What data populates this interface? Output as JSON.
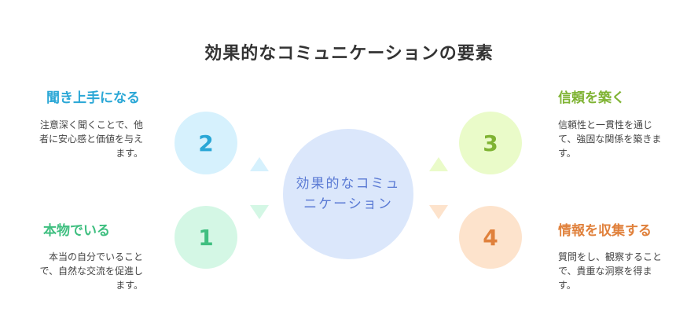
{
  "title": "効果的なコミュニケーションの要素",
  "center": {
    "label": "効果的なコミュニケーション"
  },
  "elements": [
    {
      "number": "2",
      "heading": "聞き上手になる",
      "description": "注意深く聞くことで、他者に安心感と価値を与えます。",
      "circle_color": "#d6f1fd",
      "number_color": "#2aa7d6",
      "heading_color": "#2aa7d6"
    },
    {
      "number": "1",
      "heading": "本物でいる",
      "description": "本当の自分でいることで、自然な交流を促進します。",
      "circle_color": "#d4f7e5",
      "number_color": "#3fbf80",
      "heading_color": "#3fbf80"
    },
    {
      "number": "3",
      "heading": "信頼を築く",
      "description": "信頼性と一貫性を通じて、強固な関係を築きます。",
      "circle_color": "#eafbc9",
      "number_color": "#7fb333",
      "heading_color": "#7fb333"
    },
    {
      "number": "4",
      "heading": "情報を収集する",
      "description": "質問をし、観察することで、貴重な洞察を得ます。",
      "circle_color": "#fde3cc",
      "number_color": "#e0813c",
      "heading_color": "#e0813c"
    }
  ],
  "arrow_colors": {
    "top_left": "#d6f1fd",
    "bottom_left": "#d4f7e5",
    "top_right": "#eafbc9",
    "bottom_right": "#fde3cc"
  }
}
